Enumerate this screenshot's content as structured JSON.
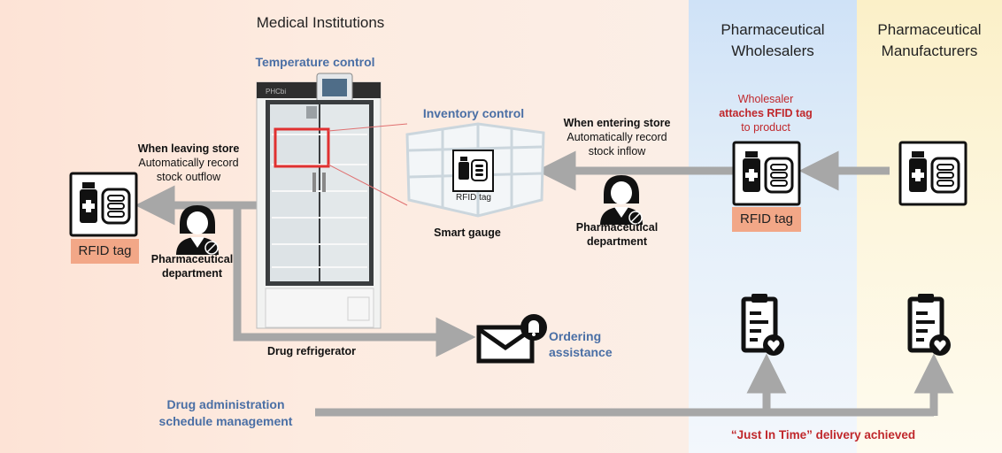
{
  "zones": {
    "medical": "Medical Institutions",
    "wholesalers": "Pharmaceutical\nWholesalers",
    "manufacturers": "Pharmaceutical\nManufacturers"
  },
  "labels": {
    "temperature_control": "Temperature control",
    "inventory_control": "Inventory control",
    "leaving_title": "When leaving store",
    "leaving_desc": "Automatically record\nstock outflow",
    "entering_title": "When entering store",
    "entering_desc": "Automatically record\nstock inflow",
    "wholesaler_line1": "Wholesaler",
    "wholesaler_line2": "attaches RFID tag",
    "wholesaler_line3": "to product",
    "rfid_tag": "RFID tag",
    "rfid_tag_small": "RFID tag",
    "smart_gauge": "Smart gauge",
    "pharma_dept": "Pharmaceutical\ndepartment",
    "drug_refrigerator": "Drug refrigerator",
    "ordering_assistance": "Ordering\nassistance",
    "drug_admin": "Drug administration\nschedule management",
    "jit": "“Just In Time” delivery achieved",
    "fridge_brand": "PHCbi"
  },
  "colors": {
    "arrow": "#a7a7a7",
    "accent_blue": "#4a6fa5",
    "accent_red": "#c0282c",
    "tag_orange": "#f2a787"
  }
}
